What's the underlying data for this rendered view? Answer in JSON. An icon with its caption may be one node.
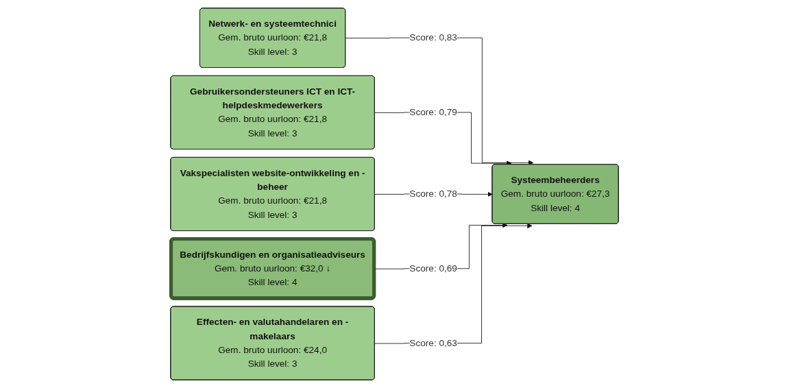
{
  "diagram": {
    "nodes": [
      {
        "text": [
          "Netwerk- en systeemtechnici",
          "Gem. bruto uurloon: €21,8",
          "Skill level: 3"
        ]
      },
      {
        "text": [
          "Gebruikersondersteuners ICT en ICT-helpdeskmedewerkers",
          "Gem. bruto uurloon: €21,8",
          "Skill level: 3"
        ]
      },
      {
        "text": [
          "Vakspecialisten website-ontwikkeling en -beheer",
          "Gem. bruto uurloon: €21,8",
          "Skill level: 3"
        ]
      },
      {
        "text": [
          "Bedrijfskundigen en organisatieadviseurs",
          "Gem. bruto uurloon: €32,0 ↓",
          "Skill level: 4"
        ]
      },
      {
        "text": [
          "Effecten- en valutahandelaren en -makelaars",
          "Gem. bruto uurloon: €24,0",
          "Skill level: 3"
        ]
      },
      {
        "text": [
          "Systeembeheerders",
          "Gem. bruto uurloon: €27,3",
          "Skill level: 4"
        ]
      }
    ],
    "edges": [
      {
        "from": 0,
        "to": 5,
        "arrow": "to",
        "label": "Score: 0,83"
      },
      {
        "from": 1,
        "to": 5,
        "arrow": "to",
        "label": "Score: 0,79"
      },
      {
        "from": 2,
        "to": 5,
        "arrow": "to",
        "label": "Score: 0,78"
      },
      {
        "from": 3,
        "to": 5,
        "arrow": "to",
        "label": "Score: 0,69"
      },
      {
        "from": 4,
        "to": 5,
        "arrow": "to",
        "label": "Score: 0,63"
      }
    ]
  }
}
